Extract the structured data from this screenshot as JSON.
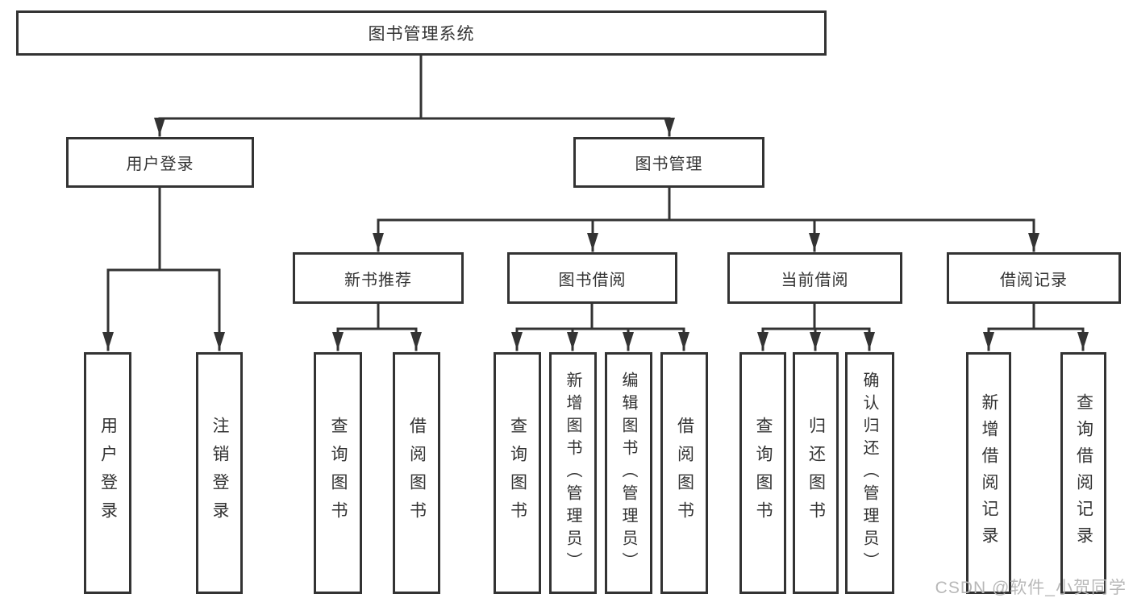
{
  "diagram": {
    "title": "图书管理系统",
    "root": {
      "label": "图书管理系统"
    },
    "level2": [
      {
        "id": "user-login",
        "label": "用户登录"
      },
      {
        "id": "book-management",
        "label": "图书管理"
      }
    ],
    "level3": [
      {
        "id": "new-book-recommend",
        "label": "新书推荐",
        "parent": "book-management"
      },
      {
        "id": "book-borrowing",
        "label": "图书借阅",
        "parent": "book-management"
      },
      {
        "id": "current-borrowing",
        "label": "当前借阅",
        "parent": "book-management"
      },
      {
        "id": "borrowing-records",
        "label": "借阅记录",
        "parent": "book-management"
      }
    ],
    "leaves": [
      {
        "id": "user-login-action",
        "label": "用户登录",
        "parent": "user-login"
      },
      {
        "id": "logout",
        "label": "注销登录",
        "parent": "user-login"
      },
      {
        "id": "query-books-recommend",
        "label": "查询图书",
        "parent": "new-book-recommend"
      },
      {
        "id": "borrow-books-recommend",
        "label": "借阅图书",
        "parent": "new-book-recommend"
      },
      {
        "id": "query-books-borrowing",
        "label": "查询图书",
        "parent": "book-borrowing"
      },
      {
        "id": "add-books-admin",
        "label": "新增图书（管理员）",
        "parent": "book-borrowing"
      },
      {
        "id": "edit-books-admin",
        "label": "编辑图书（管理员）",
        "parent": "book-borrowing"
      },
      {
        "id": "borrow-books-borrowing",
        "label": "借阅图书",
        "parent": "book-borrowing"
      },
      {
        "id": "query-books-current",
        "label": "查询图书",
        "parent": "current-borrowing"
      },
      {
        "id": "return-books",
        "label": "归还图书",
        "parent": "current-borrowing"
      },
      {
        "id": "confirm-return-admin",
        "label": "确认归还（管理员）",
        "parent": "current-borrowing"
      },
      {
        "id": "add-borrow-record",
        "label": "新增借阅记录",
        "parent": "borrowing-records"
      },
      {
        "id": "query-borrow-record",
        "label": "查询借阅记录",
        "parent": "borrowing-records"
      }
    ]
  },
  "watermark": "CSDN @软件_小贺同学",
  "colors": {
    "line": "#333333",
    "text": "#333333",
    "background": "#ffffff",
    "watermark": "#b8b8b8"
  }
}
